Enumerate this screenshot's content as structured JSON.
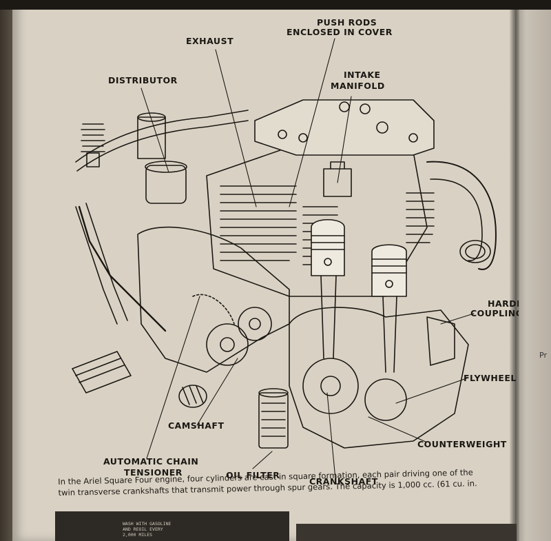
{
  "labels": {
    "exhaust": "EXHAUST",
    "push_rods_1": "PUSH RODS",
    "push_rods_2": "ENCLOSED IN COVER",
    "distributor": "DISTRIBUTOR",
    "intake_1": "INTAKE",
    "intake_2": "MANIFOLD",
    "hardened_1": "HARDENED",
    "hardened_2": "COUPLING GEARS",
    "flywheel": "FLYWHEEL",
    "counterweight": "COUNTERWEIGHT",
    "camshaft": "CAMSHAFT",
    "chain_1": "AUTOMATIC CHAIN",
    "chain_2": "TENSIONER",
    "oil_filter": "OIL FILTER",
    "crankshaft": "CRANKSHAFT"
  },
  "caption": {
    "line1": "In the Ariel Square Four engine, four cylinders are cast in square formation, each pair driving one of the",
    "line2": "twin transverse crankshafts that transmit power through spur gears. The capacity is 1,000 cc. (61 cu. in."
  },
  "photo": {
    "line1": "WASH WITH GASOLINE",
    "line2": "AND REOIL EVERY",
    "line3": "2,000 MILES"
  },
  "right_page": {
    "fragment": "Pr"
  },
  "colors": {
    "paper": "#d9d2c4",
    "ink": "#1a1713",
    "background": "#2a2622"
  }
}
